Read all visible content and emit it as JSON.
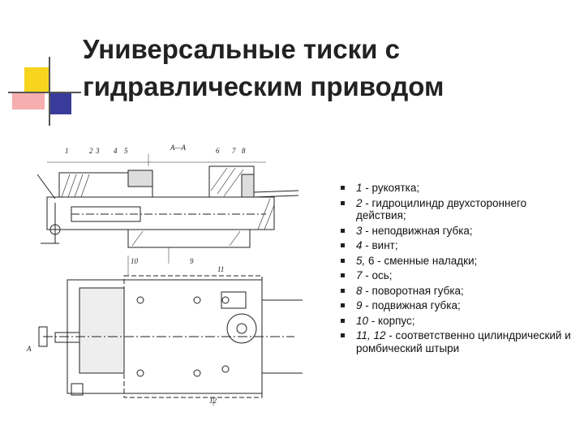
{
  "slide": {
    "title_line1": "Универсальные тиски с",
    "title_line2": "гидравлическим приводом"
  },
  "drawing": {
    "section_label": "А—А",
    "callouts_top": [
      "1",
      "2",
      "3",
      "4",
      "5",
      "6",
      "7",
      "8"
    ],
    "callouts_bottom": [
      "10",
      "9"
    ],
    "plan_labels": [
      "11",
      "12",
      "А"
    ]
  },
  "legend": [
    {
      "num": "1",
      "text": " - рукоятка;"
    },
    {
      "num": "2",
      "text": " - гидроцилиндр двухстороннего действия;"
    },
    {
      "num": "3",
      "text": " - неподвижная губка;"
    },
    {
      "num": "4",
      "text": " - винт;"
    },
    {
      "num": "5,",
      "text": " 6 - сменные наладки;"
    },
    {
      "num": "7",
      "text": " - ось;"
    },
    {
      "num": "8",
      "text": " - поворотная губка;"
    },
    {
      "num": "9",
      "text": " - подвижная губка;"
    },
    {
      "num": "10",
      "text": " - корпус;"
    },
    {
      "num": "11, 12",
      "text": " - соответственно цилиндрический и ромбический штыри"
    }
  ]
}
